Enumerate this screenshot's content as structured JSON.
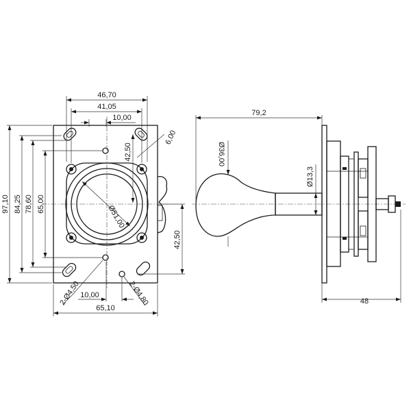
{
  "front_view": {
    "dim_width_outer": "46,70",
    "dim_width_inner": "41,05",
    "dim_top_small": "10,00",
    "dim_offset_diag": "6,00",
    "dim_vertical_inner": "42,50",
    "dim_height_total": "97,10",
    "dim_height_84": "84,25",
    "dim_height_78": "78,60",
    "dim_height_65": "65,00",
    "dim_circle_dia": "Ø51,00",
    "dim_lower_vertical": "42,50",
    "dim_holes_small": "2-Ø4,50",
    "dim_holes_large": "2-Ø4,80",
    "dim_bottom_small": "10,00",
    "dim_base_width": "65,10"
  },
  "side_view": {
    "dim_total_length": "79,2",
    "dim_ball_dia": "Ø36,00",
    "dim_shaft_dia": "Ø13,3",
    "dim_depth": "48"
  }
}
